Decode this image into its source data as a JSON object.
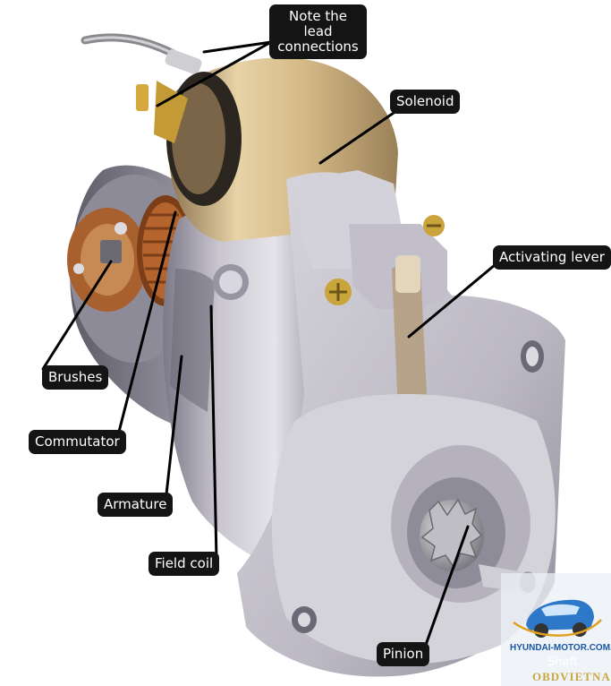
{
  "labels": {
    "lead": "Note the lead connections",
    "solenoid": "Solenoid",
    "lever": "Activating lever",
    "brushes": "Brushes",
    "commutator": "Commutator",
    "armature": "Armature",
    "field_coil": "Field coil",
    "pinion": "Pinion",
    "shaft": "Shaft"
  },
  "watermark": {
    "site": "HYUNDAI-MOTOR.COM.VN",
    "brand": "OBDVIETNAM"
  },
  "colors": {
    "label_bg": "#141414",
    "label_text": "#ffffff",
    "housing": "#b9b6c0",
    "solenoid": "#d4b986",
    "copper": "#b5642e"
  }
}
